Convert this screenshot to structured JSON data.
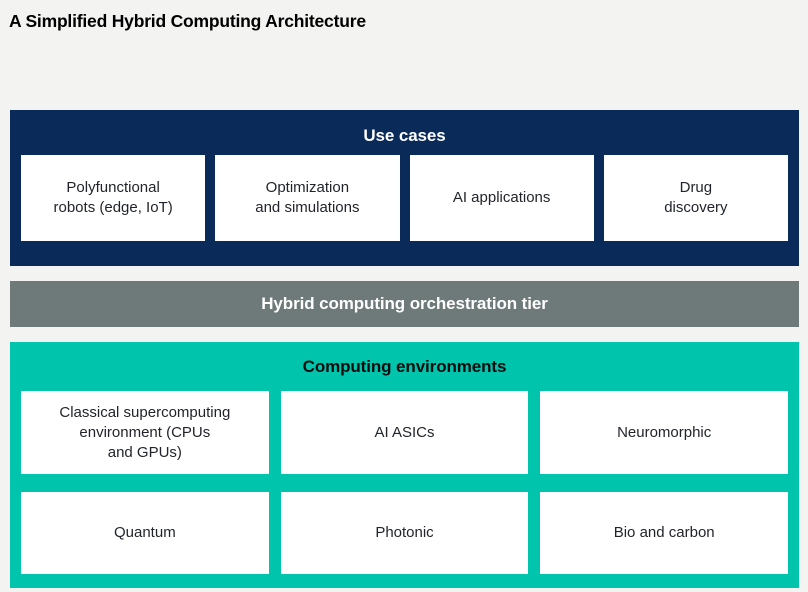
{
  "page": {
    "title": "A Simplified Hybrid Computing Architecture"
  },
  "colors": {
    "navy_band": "#0a2a5a",
    "orchestration_gray": "#6d7a79",
    "teal_band": "#00c4ac",
    "card_background": "#ffffff",
    "page_background": "#f3f3f1",
    "title_text": "#000000",
    "card_text": "#21252b",
    "header_on_dark": "#ffffff",
    "header_on_teal": "#0b0c0e"
  },
  "use_cases": {
    "header": "Use cases",
    "items": [
      "Polyfunctional\nrobots (edge, IoT)",
      "Optimization\nand simulations",
      "AI applications",
      "Drug\ndiscovery"
    ]
  },
  "orchestration": {
    "label": "Hybrid computing orchestration tier"
  },
  "computing_environments": {
    "header": "Computing environments",
    "rows": [
      [
        "Classical supercomputing\nenvironment (CPUs\nand GPUs)",
        "AI ASICs",
        "Neuromorphic"
      ],
      [
        "Quantum",
        "Photonic",
        "Bio and carbon"
      ]
    ]
  }
}
